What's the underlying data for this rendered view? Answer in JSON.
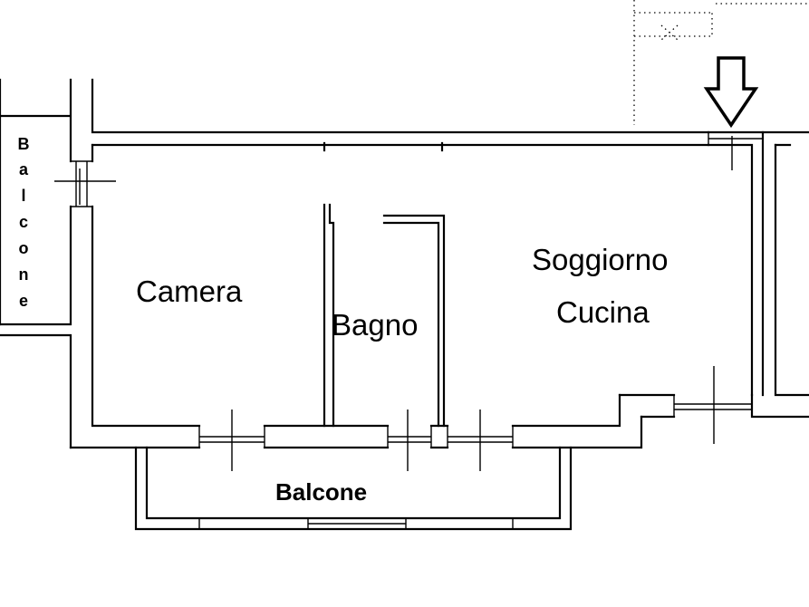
{
  "rooms": {
    "camera": "Camera",
    "bagno": "Bagno",
    "soggiorno": "Soggiorno",
    "cucina": "Cucina",
    "balcone_bottom": "Balcone",
    "balcone_left": [
      "B",
      "a",
      "l",
      "c",
      "o",
      "n",
      "e"
    ]
  },
  "colors": {
    "line": "#000000",
    "background": "#ffffff"
  },
  "icons": {
    "entrance": "down-arrow-icon",
    "window": "window-cross-icon"
  }
}
